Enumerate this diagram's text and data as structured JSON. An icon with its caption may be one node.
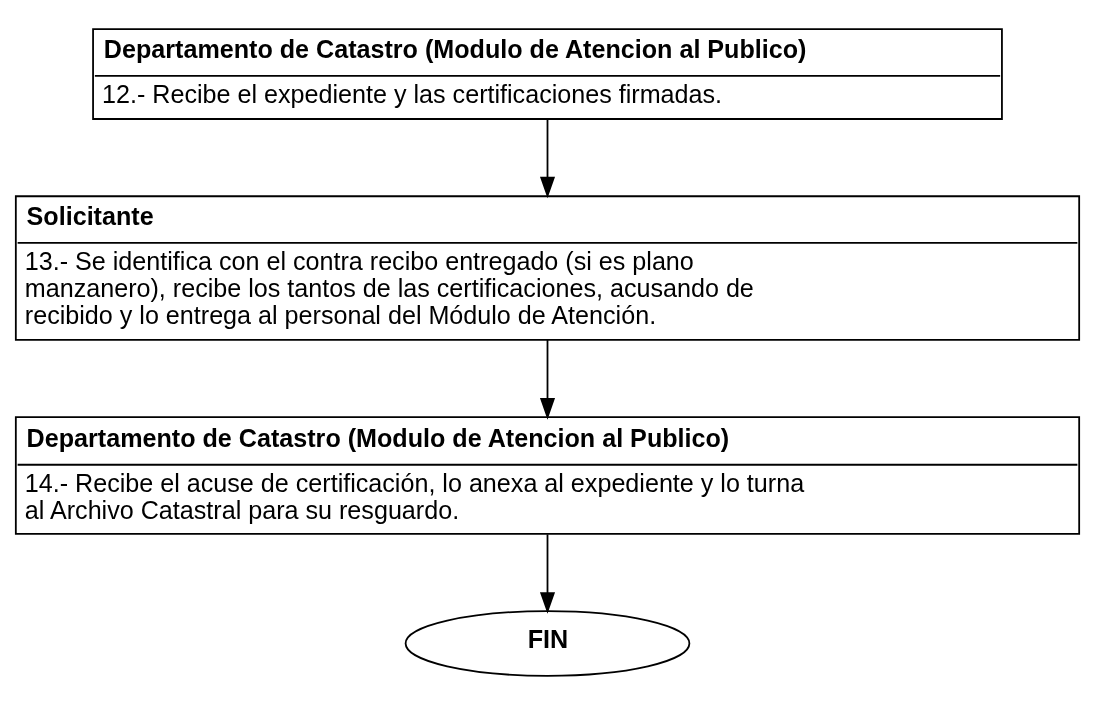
{
  "diagram": {
    "nodes": [
      {
        "text": [
          "Departamento de Catastro (Modulo de Atencion al Publico)",
          "12.- Recibe el expediente y las certificaciones firmadas."
        ]
      },
      {
        "text": [
          "Solicitante",
          "13.- Se identifica con el contra recibo entregado (si es plano manzanero), recibe los tantos de las certificaciones, acusando de recibido y lo entrega al personal del Módulo de Atención."
        ]
      },
      {
        "text": [
          "Departamento de Catastro (Modulo de Atencion al Publico)",
          "14.- Recibe el acuse de certificación, lo anexa al expediente y lo turna al Archivo Catastral para su resguardo."
        ]
      },
      {
        "text": [
          "FIN"
        ]
      }
    ],
    "edges": [
      {
        "from": 0,
        "to": 1,
        "arrow": "to"
      },
      {
        "from": 1,
        "to": 2,
        "arrow": "to"
      },
      {
        "from": 2,
        "to": 3,
        "arrow": "to"
      }
    ]
  }
}
